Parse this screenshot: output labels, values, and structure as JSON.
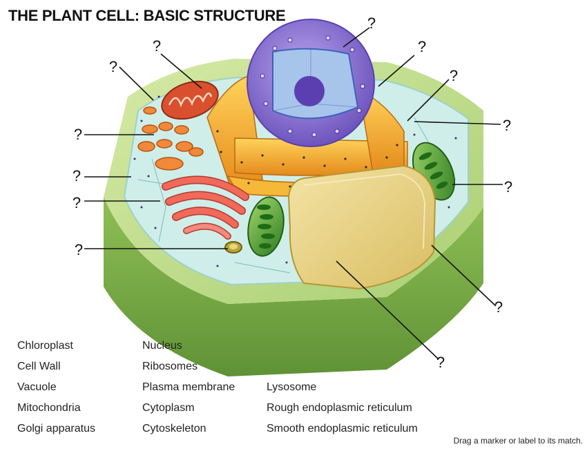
{
  "title": "THE PLANT CELL: BASIC STRUCTURE",
  "marker_text": "?",
  "labels": {
    "col1": [
      "Chloroplast",
      "Cell Wall",
      "Vacuole",
      "Mitochondria",
      "Golgi apparatus"
    ],
    "col2": [
      "Nucleus",
      "Ribosomes",
      "Plasma membrane",
      "Cytoplasm",
      "Cytoskeleton"
    ],
    "col3": [
      "Lysosome",
      "Rough endoplasmic reticulum",
      "Smooth endoplasmic reticulum"
    ]
  },
  "instruction": "Drag a marker or label to its match.",
  "colors": {
    "cell_wall_outer": "#7fb04a",
    "cell_wall_top": "#c3dd8f",
    "cytoplasm": "#cfeee9",
    "nucleus_envelope": "#8a74c9",
    "nucleolus": "#5b3fb0",
    "rough_er": "#f1a52a",
    "golgi": "#f0695a",
    "mitochondria": "#d9502e",
    "vacuole": "#e9d48a",
    "chloroplast": "#3f9a2e",
    "smooth_er": "#f08a3a"
  }
}
